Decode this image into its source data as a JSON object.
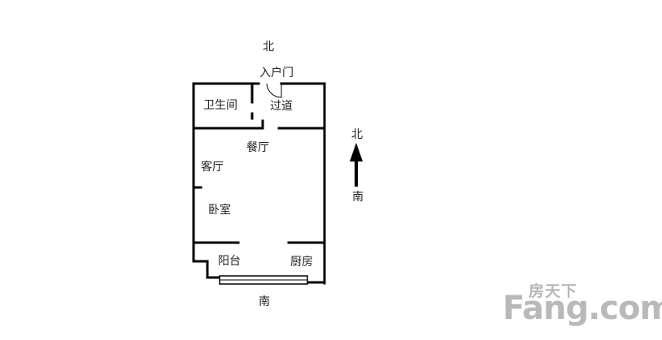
{
  "diagram": {
    "compass_top": "北",
    "compass_bottom": "南",
    "arrow_north": "北",
    "arrow_south": "南",
    "rooms": {
      "entrance_door": "入户门",
      "bathroom": "卫生间",
      "hallway": "过道",
      "dining_room": "餐厅",
      "living_room": "客厅",
      "bedroom": "卧室",
      "balcony": "阳台",
      "kitchen": "厨房"
    }
  },
  "watermark": {
    "cn": "房天下",
    "en": "Fang.com"
  }
}
